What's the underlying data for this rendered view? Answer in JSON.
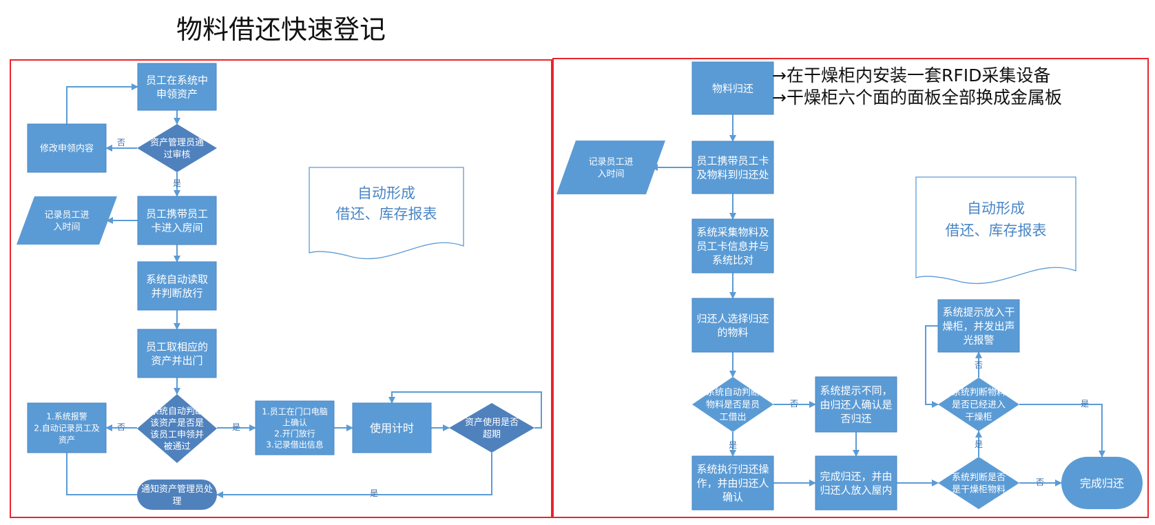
{
  "title": "物料借还快速登记",
  "colors": {
    "panel_border": "#e8252b",
    "box_fill": "#5b9bd5",
    "box_fill_dark": "#4f81bd",
    "decision_fill": "#4f81bd",
    "arrow": "#5b9bd5",
    "doc_text": "#4a86c5",
    "small_label": "#3a6ea5"
  },
  "left": {
    "apply": [
      "员工在系统中",
      "申领资产"
    ],
    "review": [
      "资产管理员通",
      "过审核"
    ],
    "modify": [
      "修改申领内容"
    ],
    "record_entry": [
      "记录员工进",
      "入时间"
    ],
    "enter_room": [
      "员工携带员工",
      "卡进入房间"
    ],
    "auto_read": [
      "系统自动读取",
      "并判断放行"
    ],
    "take_out": [
      "员工取相应的",
      "资产并出门"
    ],
    "judge": [
      "系统自动判断",
      "该资产是否是",
      "该员工申领并",
      "被通过"
    ],
    "alarm": [
      "1.系统报警",
      "2.自动记录员工及",
      "资产"
    ],
    "confirm_out": [
      "1.员工在门口电脑",
      "上确认",
      "2.开门放行",
      "3.记录借出信息"
    ],
    "timer": [
      "使用计时"
    ],
    "overdue": [
      "资产使用是否",
      "超期"
    ],
    "notify": [
      "通知资产管理员处",
      "理"
    ],
    "doc": [
      "自动形成",
      "借还、库存报表"
    ],
    "no": "否",
    "yes": "是"
  },
  "right": {
    "return": [
      "物料归还"
    ],
    "note1": "→在干燥柜内安装一套RFID采集设备",
    "note2": "→干燥柜六个面的面板全部换成金属板",
    "carry": [
      "员工携带员工卡",
      "及物料到归还处"
    ],
    "record_entry": [
      "记录员工进",
      "入时间"
    ],
    "collect": [
      "系统采集物料及",
      "员工卡信息并与",
      "系统比对"
    ],
    "choose": [
      "归还人选择归还",
      "的物料"
    ],
    "judge_borrowed": [
      "系统自动判断",
      "物料是否是员",
      "工借出"
    ],
    "prompt_diff": [
      "系统提示不同，",
      "由归还人确认是",
      "否归还"
    ],
    "exec_return": [
      "系统执行归还操",
      "作，并由归还人",
      "确认"
    ],
    "complete_put": [
      "完成归还，并由",
      "归还人放入屋内"
    ],
    "judge_cabinet": [
      "系统判断是否",
      "是干燥柜物料"
    ],
    "done": [
      "完成归还"
    ],
    "judge_in": [
      "系统判断物料",
      "是否已经进入",
      "干燥柜"
    ],
    "prompt_put": [
      "系统提示放入干",
      "燥柜，并发出声",
      "光报警"
    ],
    "doc": [
      "自动形成",
      "借还、库存报表"
    ],
    "no": "否",
    "yes": "是"
  }
}
